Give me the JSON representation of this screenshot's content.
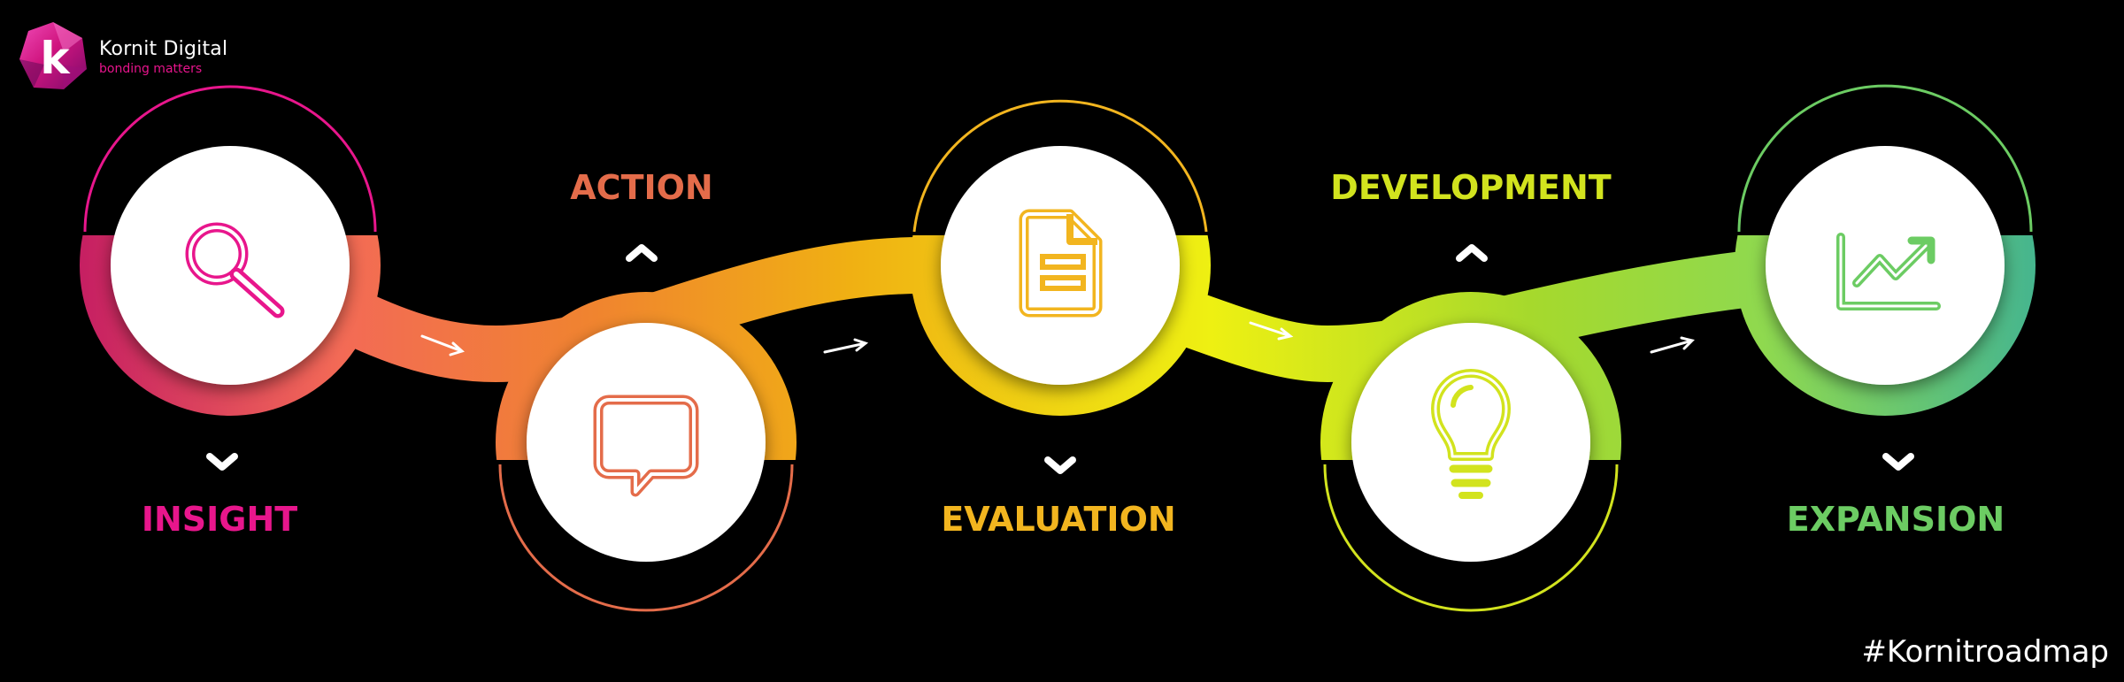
{
  "brand": {
    "name": "Kornit Digital",
    "tagline": "bonding matters",
    "logo_letter": "k",
    "color": "#e7148c"
  },
  "hashtag": "#Kornitroadmap",
  "steps": [
    {
      "label": "INSIGHT",
      "icon": "magnifier-icon",
      "color": "#e8168c",
      "label_position": "bottom"
    },
    {
      "label": "ACTION",
      "icon": "speech-bubble-icon",
      "color": "#e46c4a",
      "label_position": "top"
    },
    {
      "label": "EVALUATION",
      "icon": "document-icon",
      "color": "#f2b51f",
      "label_position": "bottom"
    },
    {
      "label": "DEVELOPMENT",
      "icon": "lightbulb-icon",
      "color": "#d2e31e",
      "label_position": "top"
    },
    {
      "label": "EXPANSION",
      "icon": "growth-chart-icon",
      "color": "#6ccc63",
      "label_position": "bottom"
    }
  ]
}
